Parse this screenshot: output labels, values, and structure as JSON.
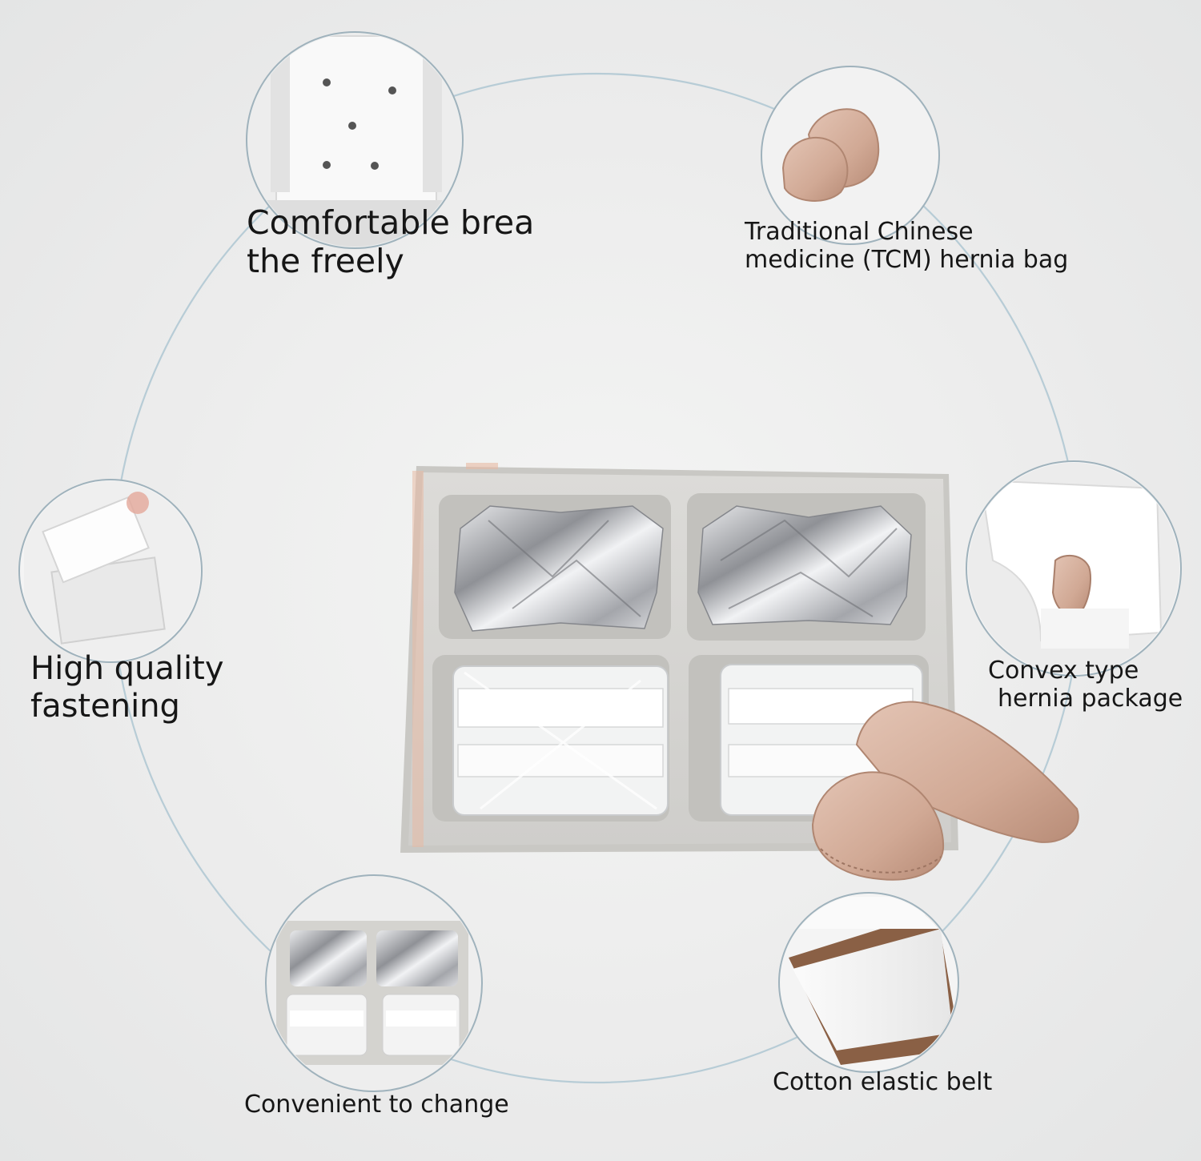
{
  "features": {
    "breathable": {
      "line1": "Comfortable brea",
      "line2": "the freely"
    },
    "tcm_bag": {
      "line1": "Traditional Chinese",
      "line2": "medicine (TCM) hernia bag"
    },
    "fastening": {
      "line1": "High quality",
      "line2": "fastening"
    },
    "convex_package": {
      "line1": "Convex type",
      "line2": "hernia package"
    },
    "change": {
      "label": "Convenient to change"
    },
    "belt": {
      "label": "Cotton elastic belt"
    }
  },
  "colors": {
    "background": "#ececec",
    "ring": "#b7ccd6",
    "circle_border": "#9fb2bc",
    "tray": "#d2d1cd",
    "foil": "#c4c5c8",
    "pad": "#d3ad9a",
    "belt_brown": "#8a6045"
  }
}
